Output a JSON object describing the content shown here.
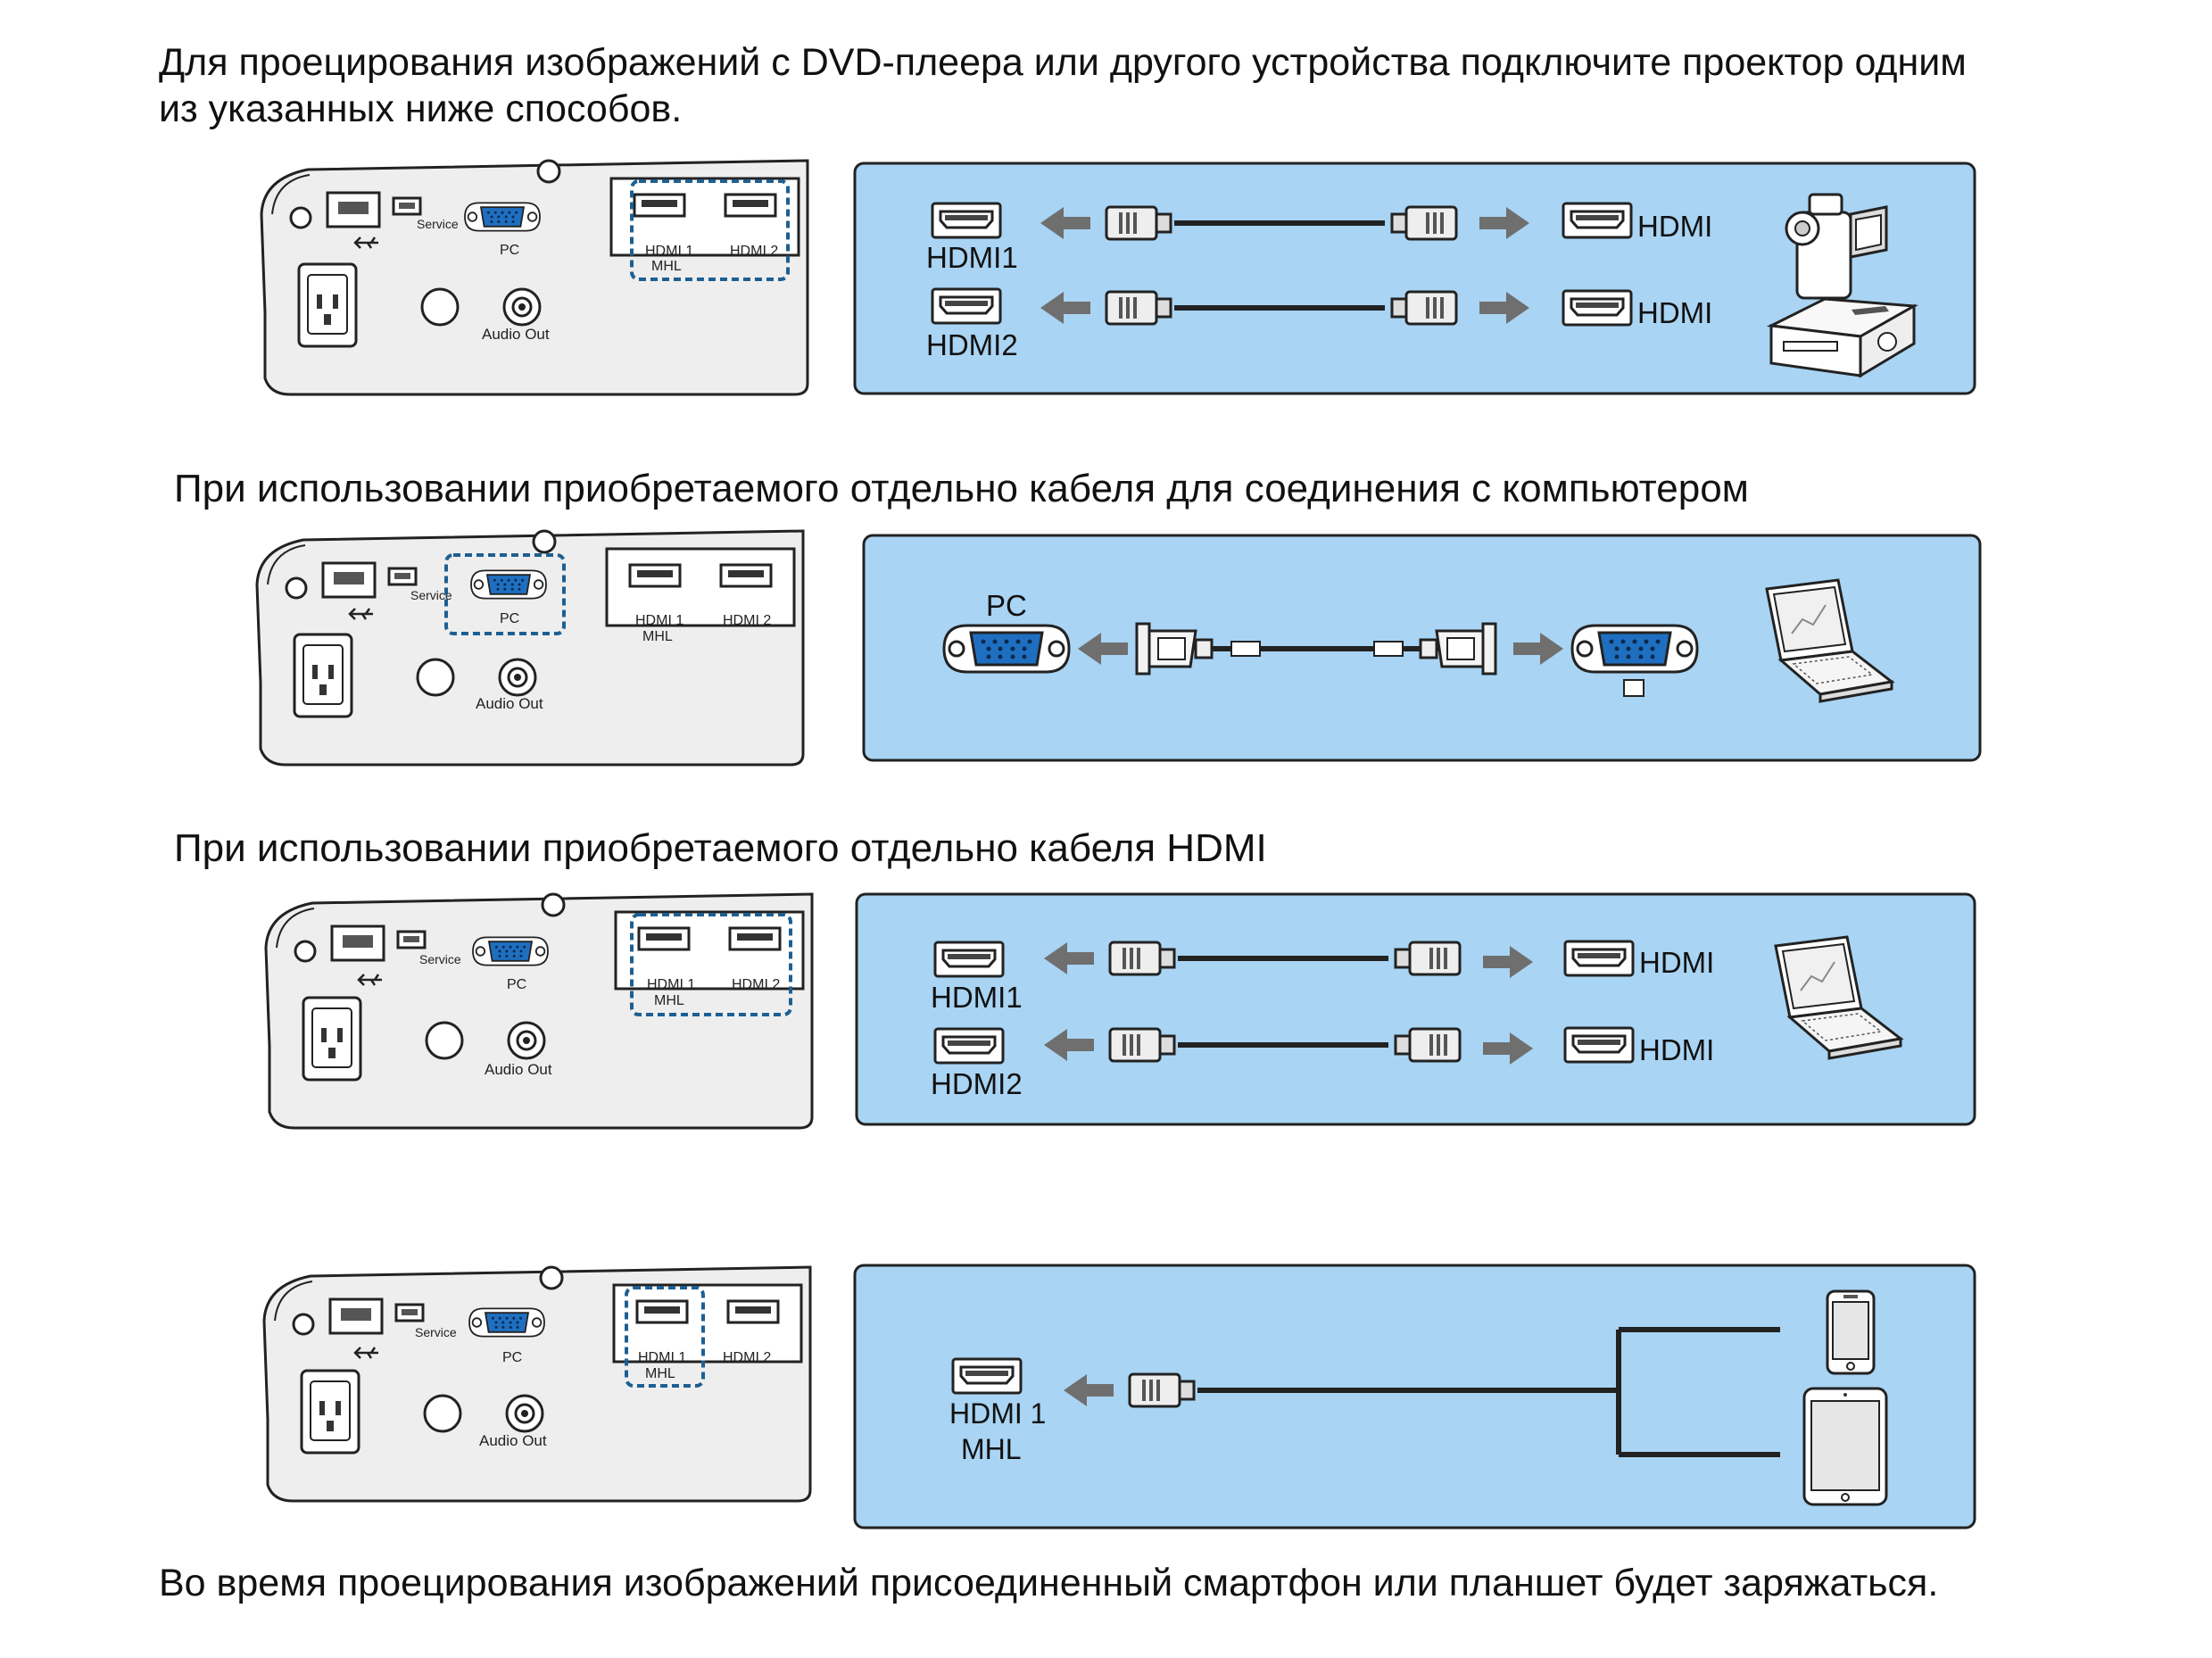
{
  "intro": {
    "line1": "Для проецирования изображений с DVD-плеера или другого устройства подключите проектор одним",
    "line2": "из указанных ниже способов."
  },
  "sections": [
    {
      "heading": ""
    },
    {
      "heading": "При использовании приобретаемого отдельно кабеля для соединения с компьютером"
    },
    {
      "heading": "При использовании приобретаемого отдельно кабеля HDMI"
    },
    {
      "heading": ""
    }
  ],
  "footer": "Во время проецирования изображений присоединенный смартфон или планшет будет заряжаться.",
  "panel_labels": {
    "service": "Service",
    "pc": "PC",
    "hdmi1": "HDMI 1",
    "mhl": "MHL",
    "hdmi2": "HDMI 2",
    "audio_out": "Audio Out"
  },
  "diagram_labels": {
    "hdmi1": "HDMI1",
    "hdmi2": "HDMI2",
    "hdmi": "HDMI",
    "pc": "PC",
    "hdmi1_mhl_line1": "HDMI 1",
    "hdmi1_mhl_line2": "MHL"
  },
  "icons": [
    "usb-icon",
    "camcorder-icon",
    "dvd-player-icon",
    "laptop-icon",
    "smartphone-icon",
    "tablet-icon",
    "arrow-icon"
  ],
  "colors": {
    "panel_blue": "#a9d4f3",
    "vga_blue": "#1f6fc0",
    "highlight_border": "#1d5f92",
    "arrow_gray": "#6f6f6f",
    "projector_body": "#eeeeee"
  }
}
